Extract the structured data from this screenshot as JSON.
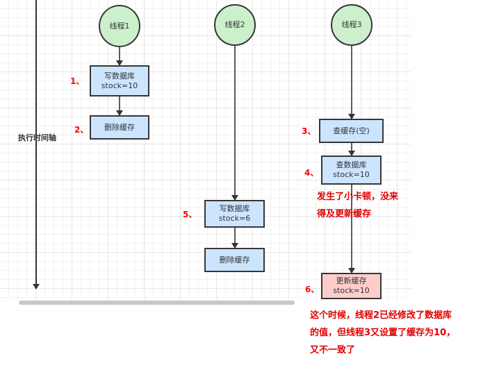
{
  "axis": {
    "label": "执行时间轴"
  },
  "threads": [
    {
      "label": "线程1"
    },
    {
      "label": "线程2"
    },
    {
      "label": "线程3"
    }
  ],
  "steps": [
    {
      "number": "1、",
      "line1": "写数据库",
      "line2": "stock=10",
      "thread": "线程1"
    },
    {
      "number": "2、",
      "line1": "删除缓存",
      "line2": "",
      "thread": "线程1"
    },
    {
      "number": "3、",
      "line1": "查缓存(空)",
      "line2": "",
      "thread": "线程3"
    },
    {
      "number": "4、",
      "line1": "查数据库",
      "line2": "stock=10",
      "thread": "线程3"
    },
    {
      "number": "5、",
      "line1": "写数据库",
      "line2": "stock=6",
      "thread": "线程2"
    },
    {
      "number": "",
      "line1": "删除缓存",
      "line2": "",
      "thread": "线程2"
    },
    {
      "number": "6、",
      "line1": "更新缓存",
      "line2": "stock=10",
      "thread": "线程3"
    }
  ],
  "notes": {
    "stall": [
      "发生了小卡顿，没来",
      "得及更新缓存"
    ],
    "conclusion": [
      "这个时候，线程2已经修改了数据库",
      "的值，但线程3又设置了缓存为10，",
      "又不一致了"
    ]
  },
  "colors": {
    "thread_fill": "#ccf0cc",
    "box_fill": "#cce5ff",
    "highlight_fill": "#ffcccc",
    "annotation": "#ff0000"
  }
}
